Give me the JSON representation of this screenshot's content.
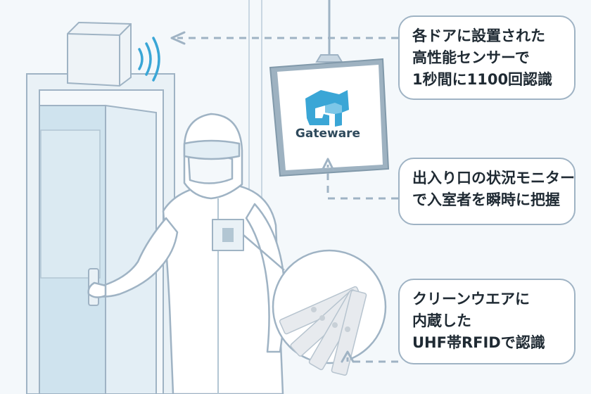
{
  "monitor": {
    "brand": "Gateware"
  },
  "callouts": {
    "sensor": {
      "lines": [
        "各ドアに設置された",
        "高性能センサーで",
        "1秒間に1100回認識"
      ]
    },
    "monitor": {
      "lines": [
        "出入り口の状況モニター",
        "で入室者を瞬時に把握"
      ]
    },
    "rfid": {
      "lines": [
        "クリーンウエアに",
        "内蔵した",
        "UHF帯RFIDで認識"
      ]
    }
  },
  "colors": {
    "background": "#f4f8fb",
    "line": "#9fb3c4",
    "accent": "#3aa6d6",
    "door": "#cfe3ee"
  },
  "icons": [
    "wifi-signal-icon",
    "gateware-logo-icon",
    "arrow-left-icon",
    "arrow-up-icon"
  ]
}
